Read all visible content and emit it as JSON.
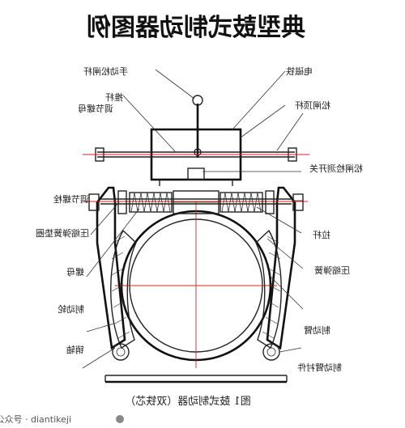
{
  "title": "典型鼓式制动器图例",
  "caption": "图1 鼓式制动器（双铁芯）",
  "watermark": "公众号 · diantikeji",
  "labels": {
    "manual_release_lever": "手动松闸杆",
    "electromagnet": "电磁铁",
    "push_rod": "推杆",
    "release_rod": "松闸顶杆",
    "adjust_nut": "调节螺母",
    "release_switch": "松闸检测开关",
    "adjust_bolt": "调节螺栓",
    "spring_seat": "压缩弹簧垫圈",
    "pull_rod": "拉杆",
    "bolt_sleeve": "螺母",
    "compression_spring": "压缩弹簧",
    "brake_drum": "制动轮",
    "brake_arm": "制动臂",
    "pin_shaft": "销轴",
    "brake_lining": "制动臂衬件"
  }
}
